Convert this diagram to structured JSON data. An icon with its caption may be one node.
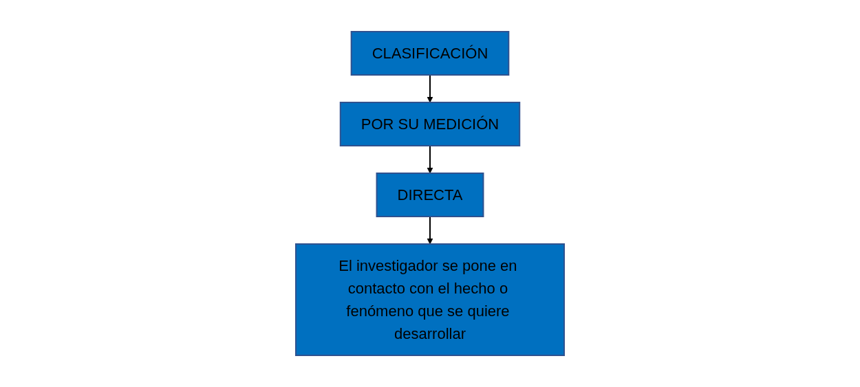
{
  "diagram": {
    "nodes": [
      {
        "text": [
          "CLASIFICACIÓN"
        ]
      },
      {
        "text": [
          "POR SU MEDICIÓN"
        ]
      },
      {
        "text": [
          "DIRECTA"
        ]
      },
      {
        "text": [
          "El investigador se pone en contacto con el hecho o fenómeno que se quiere desarrollar"
        ]
      }
    ],
    "edges": [
      {
        "from": 0,
        "to": 1,
        "arrow": "to"
      },
      {
        "from": 1,
        "to": 2,
        "arrow": "to"
      },
      {
        "from": 2,
        "to": 3,
        "arrow": "to"
      }
    ]
  }
}
